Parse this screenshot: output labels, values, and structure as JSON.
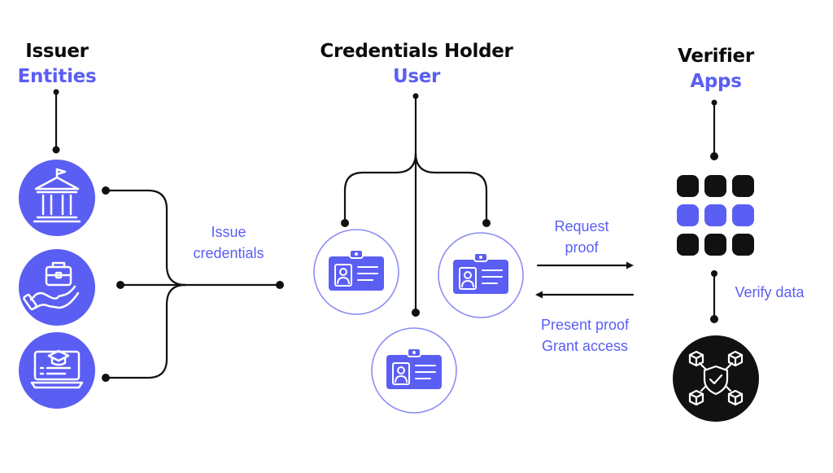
{
  "issuer": {
    "title": "Issuer",
    "subtitle": "Entities"
  },
  "holder": {
    "title": "Credentials Holder",
    "subtitle": "User"
  },
  "verifier": {
    "title": "Verifier",
    "subtitle": "Apps"
  },
  "flows": {
    "issue": [
      "Issue",
      "credentials"
    ],
    "request": [
      "Request",
      "proof"
    ],
    "present": [
      "Present proof",
      "Grant access"
    ],
    "verify": "Verify data"
  },
  "icons": {
    "issuer": [
      "bank-icon",
      "briefcase-hand-icon",
      "laptop-graduation-icon"
    ],
    "holder": [
      "id-card-icon",
      "id-card-icon",
      "id-card-icon"
    ],
    "verifier": [
      "app-grid-icon",
      "secure-network-icon"
    ]
  },
  "colors": {
    "accent": "#5b5ef2",
    "dark": "#111111",
    "ring": "#8b8df5",
    "white": "#ffffff"
  }
}
